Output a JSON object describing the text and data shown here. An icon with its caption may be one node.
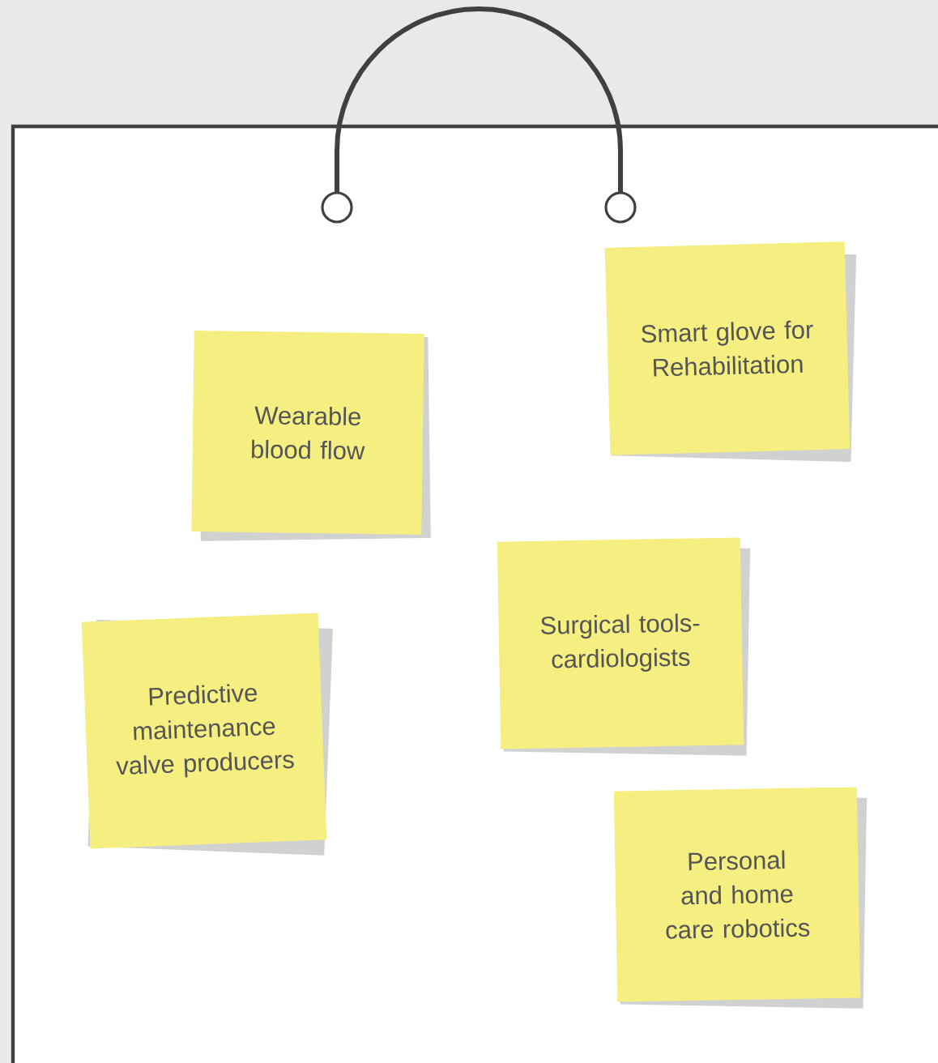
{
  "diagram": {
    "nodes": [
      {
        "text": [
          "Smart glove for Rehabilitation"
        ]
      },
      {
        "text": [
          "Wearable blood flow"
        ]
      },
      {
        "text": [
          "Surgical tools-cardiologists"
        ]
      },
      {
        "text": [
          "Predictive maintenance valve producers"
        ]
      },
      {
        "text": [
          "Personal and home care robotics"
        ]
      }
    ]
  }
}
